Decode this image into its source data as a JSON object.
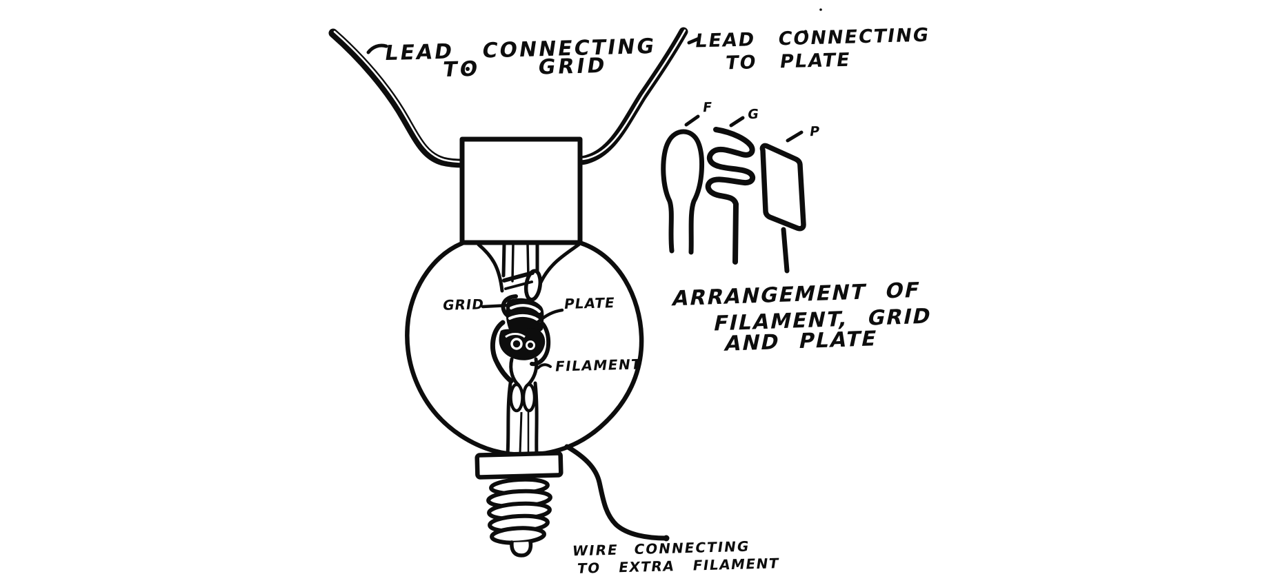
{
  "diagram": {
    "labels": {
      "lead_grid_line1": "LEAD CONNECTING",
      "lead_grid_line2": "TO GRID",
      "lead_plate_line1": "LEAD CONNECTING",
      "lead_plate_line2": "TO PLATE",
      "grid": "GRID",
      "plate": "PLATE",
      "filament": "FILAMENT",
      "letter_f": "F",
      "letter_g": "G",
      "letter_p": "P",
      "arrangement_line1": "ARRANGEMENT OF",
      "arrangement_line2": "FILAMENT, GRID",
      "arrangement_line3": "AND PLATE",
      "extra_wire_line1": "WIRE CONNECTING",
      "extra_wire_line2": "TO EXTRA FILAMENT"
    },
    "colors": {
      "ink": "#0d0d0d",
      "paper": "#ffffff"
    }
  }
}
